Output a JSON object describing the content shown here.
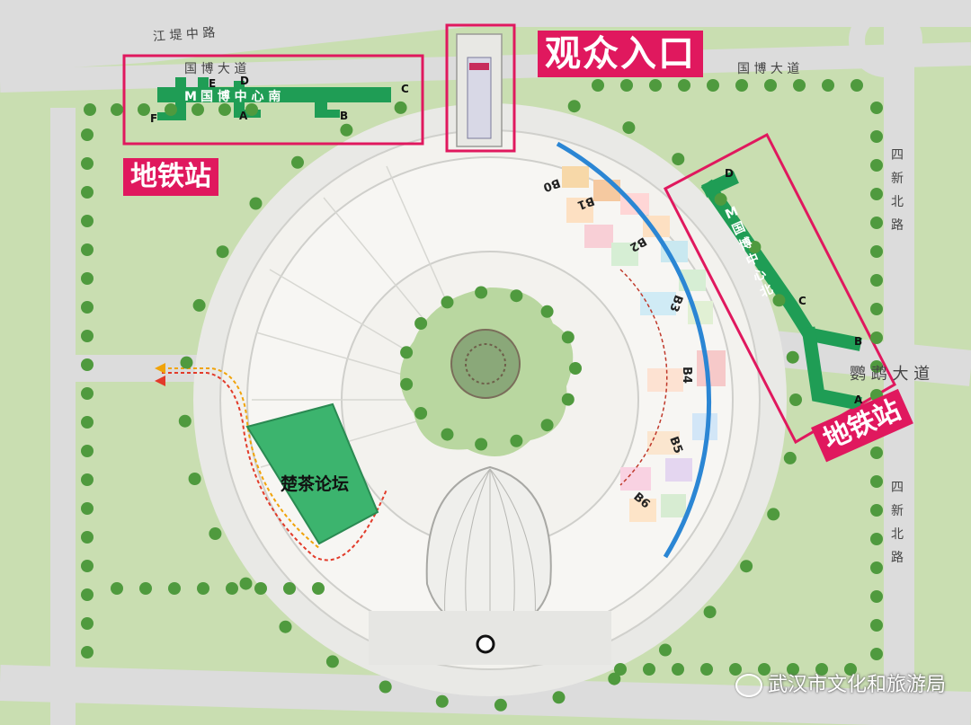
{
  "labels": {
    "audience_entrance": "观众入口",
    "metro_station_south": "地铁站",
    "metro_station_east": "地铁站",
    "tea_forum": "楚茶论坛",
    "watermark": "武汉市文化和旅游局"
  },
  "roads": {
    "jiangti_zhonglu": "江 堤 中 路",
    "guobo_dadao_left": "国 博 大 道",
    "guobo_dadao_right": "国 博 大 道",
    "yingwu_dadao": "鹦 鹉 大 道",
    "sixin_beilu_top": "四 新 北 路",
    "sixin_beilu_bottom": "四 新 北 路"
  },
  "metro_south": {
    "name": "国 博 中 心 南",
    "logo": "M",
    "exits": [
      "A",
      "B",
      "C",
      "D",
      "E",
      "F"
    ]
  },
  "metro_north": {
    "name": "国 博 中 心 北",
    "logo": "M",
    "exits": [
      "A",
      "B",
      "C",
      "D"
    ]
  },
  "halls": [
    "B0",
    "B1",
    "B2",
    "B3",
    "B4",
    "B5",
    "B6"
  ],
  "colors": {
    "highlight": "#e0185e",
    "metro_line": "#1f9d55",
    "lawn": "#c9deb1",
    "tree": "#4f9a3e",
    "plaza": "#f3f2ee",
    "road": "#dcdcdc",
    "blue_path": "#2b86d4",
    "forum": "#3cb46e"
  }
}
